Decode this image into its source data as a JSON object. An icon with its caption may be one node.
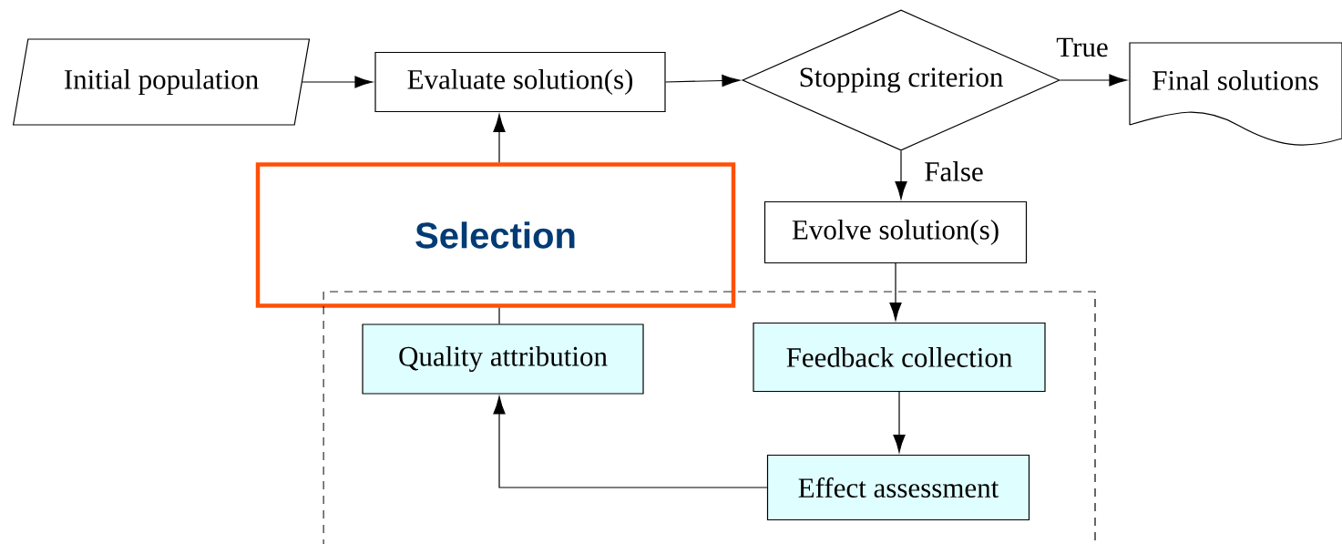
{
  "diagram": {
    "nodes": [
      {
        "text": [
          "Initial population"
        ]
      },
      {
        "text": [
          "Evaluate solution(s)"
        ]
      },
      {
        "text": [
          "Stopping criterion"
        ]
      },
      {
        "text": [
          "Final solutions"
        ]
      },
      {
        "text": [
          "Selection"
        ]
      },
      {
        "text": [
          "Evolve solution(s)"
        ]
      },
      {
        "text": [],
        "shape": "box"
      },
      {
        "text": [
          "Quality attribution"
        ],
        "in": 6
      },
      {
        "text": [
          "Feedback collection"
        ],
        "in": 6
      },
      {
        "text": [
          "Effect assessment"
        ],
        "in": 6
      }
    ],
    "edges": [
      {
        "from": 0,
        "to": 1,
        "arrow": "to"
      },
      {
        "from": 1,
        "to": 2,
        "arrow": "to"
      },
      {
        "from": 2,
        "to": 3,
        "arrow": "to",
        "label": "True"
      },
      {
        "from": 2,
        "to": 5,
        "arrow": "to",
        "label": "False"
      },
      {
        "from": 5,
        "to": 8,
        "arrow": "to"
      },
      {
        "from": 8,
        "to": 9,
        "arrow": "to"
      },
      {
        "from": 9,
        "to": 7,
        "arrow": "to"
      },
      {
        "from": 7,
        "to": 4,
        "arrow": "none"
      },
      {
        "from": 4,
        "to": 1,
        "arrow": "to"
      }
    ]
  }
}
